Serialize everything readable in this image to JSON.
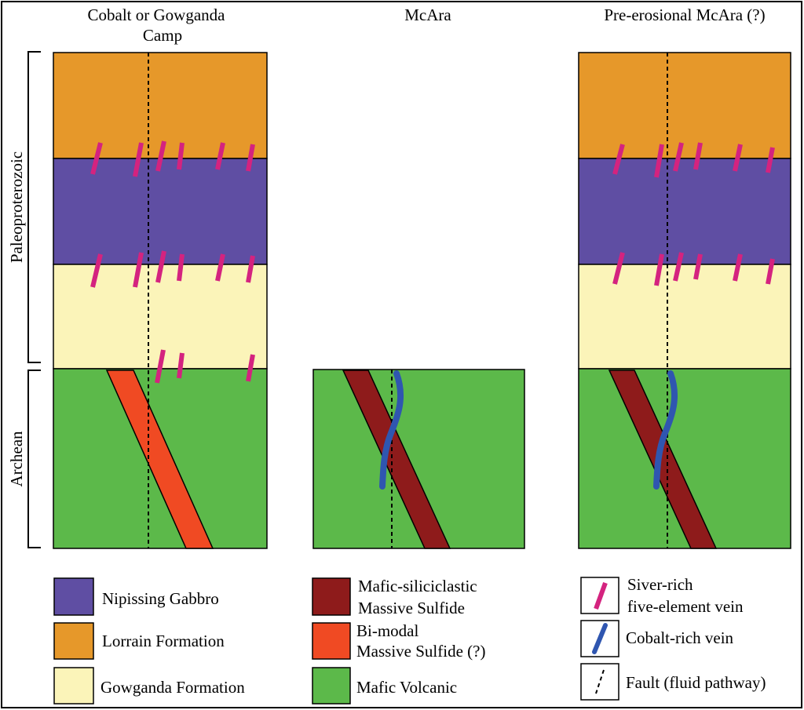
{
  "titles": {
    "cobalt_line1": "Cobalt or Gowganda",
    "cobalt_line2": "Camp",
    "mcara": "McAra",
    "pre_erosional": "Pre-erosional McAra (?)"
  },
  "eras": {
    "paleoproterozoic": "Paleoproterozoic",
    "archean": "Archean"
  },
  "legend": {
    "nipissing": "Nipissing Gabbro",
    "lorrain": "Lorrain Formation",
    "gowganda": "Gowganda Formation",
    "mafic_sil_line1": "Mafic-siliciclastic",
    "mafic_sil_line2": "Massive Sulfide",
    "bimodal_line1": "Bi-modal",
    "bimodal_line2": "Massive Sulfide (?)",
    "mafic_volcanic": "Mafic Volcanic",
    "silver_line1": "Siver-rich",
    "silver_line2": "five-element vein",
    "cobalt_vein": "Cobalt-rich vein",
    "fault": "Fault (fluid pathway)"
  },
  "colors": {
    "lorrain": "#e6982a",
    "nipissing": "#5f4ea3",
    "gowganda": "#fbf4b9",
    "mafic_volcanic": "#5cb94a",
    "mafic_siliciclastic": "#8e1b1b",
    "bimodal": "#f04a23",
    "silver_vein": "#d4237f",
    "cobalt_vein": "#2f56b0"
  }
}
